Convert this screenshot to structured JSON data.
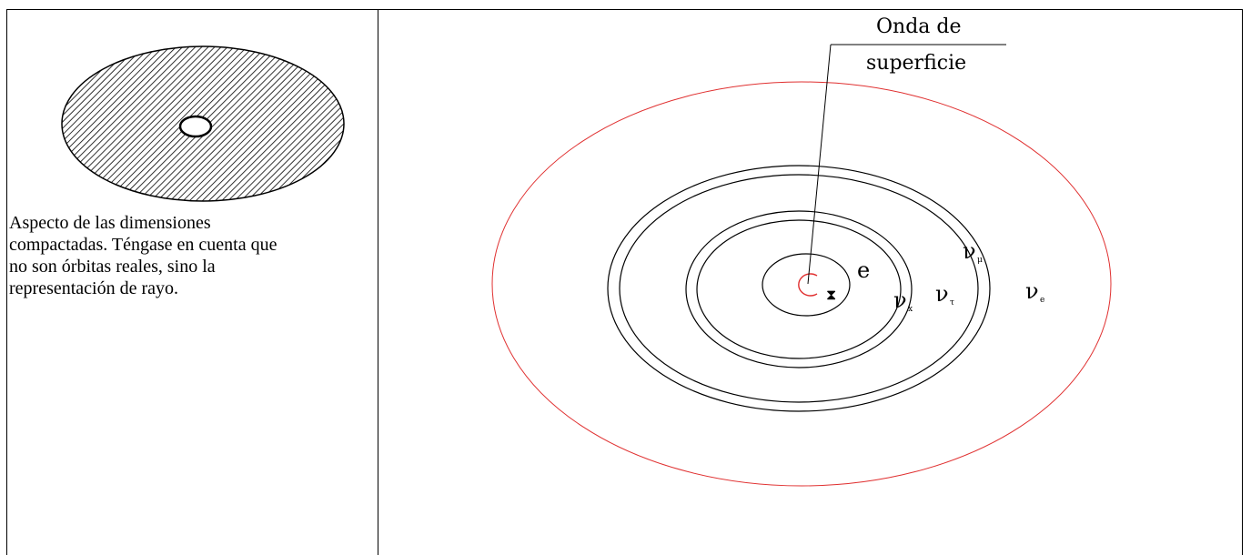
{
  "left_cell": {
    "caption": "Aspecto de las dimensiones\ncompactadas. Téngase en cuenta que\nno son órbitas reales, sino la\nrepresentación de rayo."
  },
  "diagram": {
    "surface_wave_label_line1": "Onda de",
    "surface_wave_label_line2": "superficie",
    "labels": {
      "electron": "e",
      "hourglass": "⧗",
      "nu": "ν",
      "sub_x": "x",
      "sub_tau": "τ",
      "sub_mu": "μ",
      "sub_e": "e"
    },
    "colors": {
      "outer_orbit": "#e03030",
      "inner_orbit": "#e03030",
      "orbit": "#000000"
    }
  }
}
